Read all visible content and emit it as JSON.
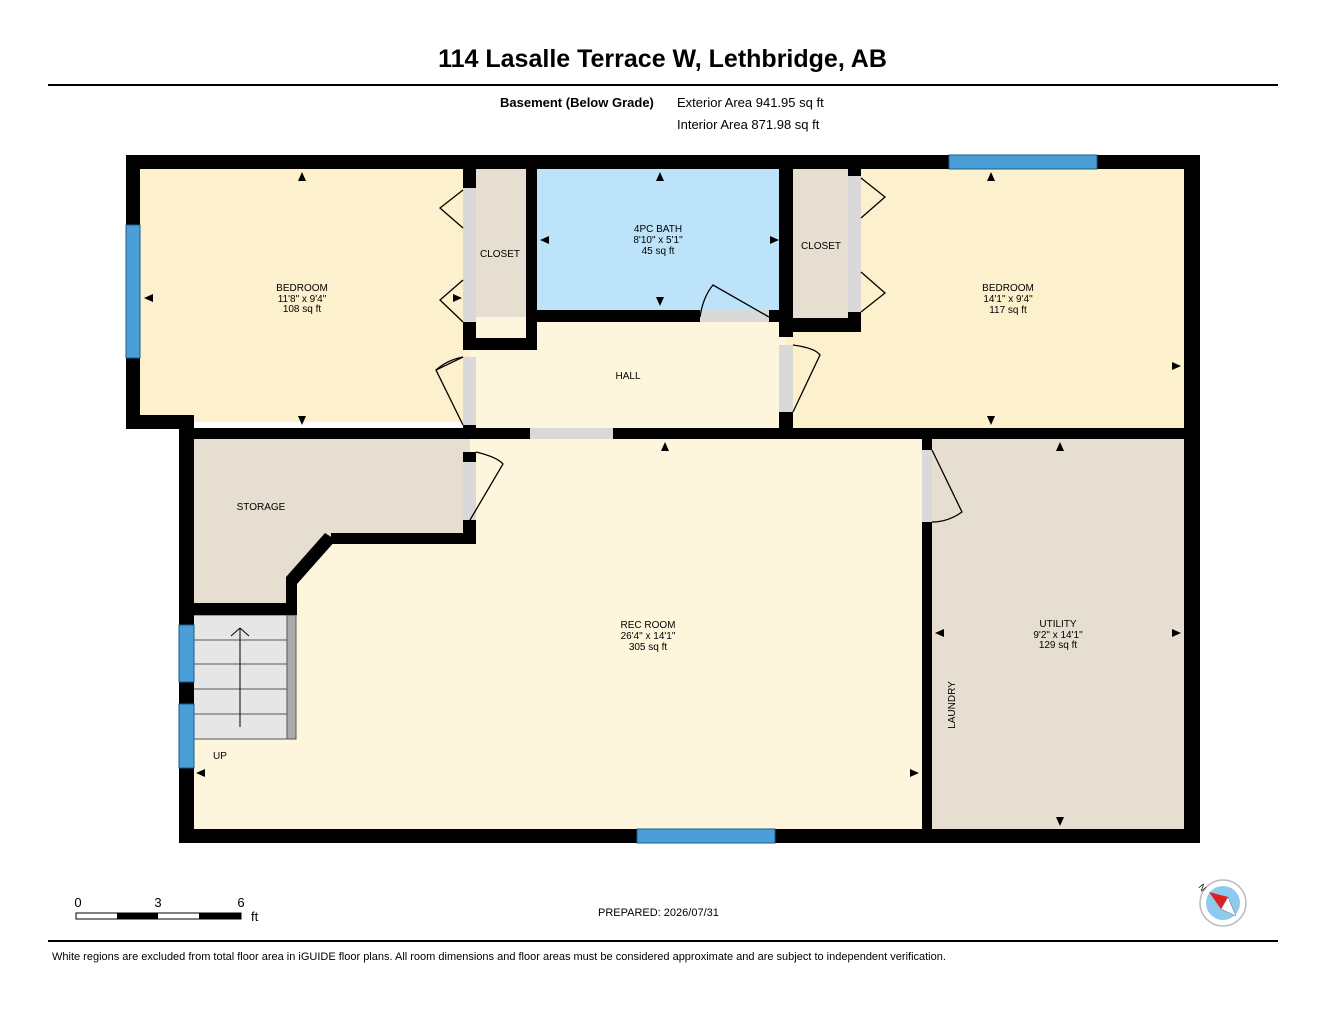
{
  "header": {
    "title": "114 Lasalle Terrace W, Lethbridge, AB",
    "level_name": "Basement (Below Grade)",
    "exterior_area": "Exterior Area 941.95 sq ft",
    "interior_area": "Interior Area 871.98 sq ft"
  },
  "colors": {
    "bedroom": "#fdf0cc",
    "hall": "#fdf6dc",
    "bath": "#bde3fa",
    "closet": "#e6ded0",
    "storage": "#e6ded0",
    "utility": "#e6ded0",
    "rec_room": "#fdf6dc",
    "wall": "#000000",
    "window": "#4a9fd8"
  },
  "rooms": {
    "bedroom_left": {
      "name": "BEDROOM",
      "dims": "11'8\" x 9'4\"",
      "area": "108 sq ft"
    },
    "closet_left": {
      "name": "CLOSET"
    },
    "bath": {
      "name": "4PC BATH",
      "dims": "8'10\" x 5'1\"",
      "area": "45 sq ft"
    },
    "closet_right": {
      "name": "CLOSET"
    },
    "bedroom_right": {
      "name": "BEDROOM",
      "dims": "14'1\" x 9'4\"",
      "area": "117 sq ft"
    },
    "hall": {
      "name": "HALL"
    },
    "storage": {
      "name": "STORAGE"
    },
    "rec_room": {
      "name": "REC ROOM",
      "dims": "26'4\" x 14'1\"",
      "area": "305 sq ft"
    },
    "utility": {
      "name": "UTILITY",
      "dims": "9'2\" x 14'1\"",
      "area": "129 sq ft"
    },
    "laundry": {
      "name": "LAUNDRY"
    },
    "stairs": {
      "label": "UP"
    }
  },
  "scale_bar": {
    "ticks": [
      "0",
      "3",
      "6"
    ],
    "unit": "ft"
  },
  "compass": {
    "label": "N"
  },
  "footer": {
    "prepared": "PREPARED: 2026/07/31",
    "disclaimer": "White regions are excluded from total floor area in iGUIDE floor plans. All room dimensions and floor areas must be considered approximate and are subject to independent verification."
  }
}
